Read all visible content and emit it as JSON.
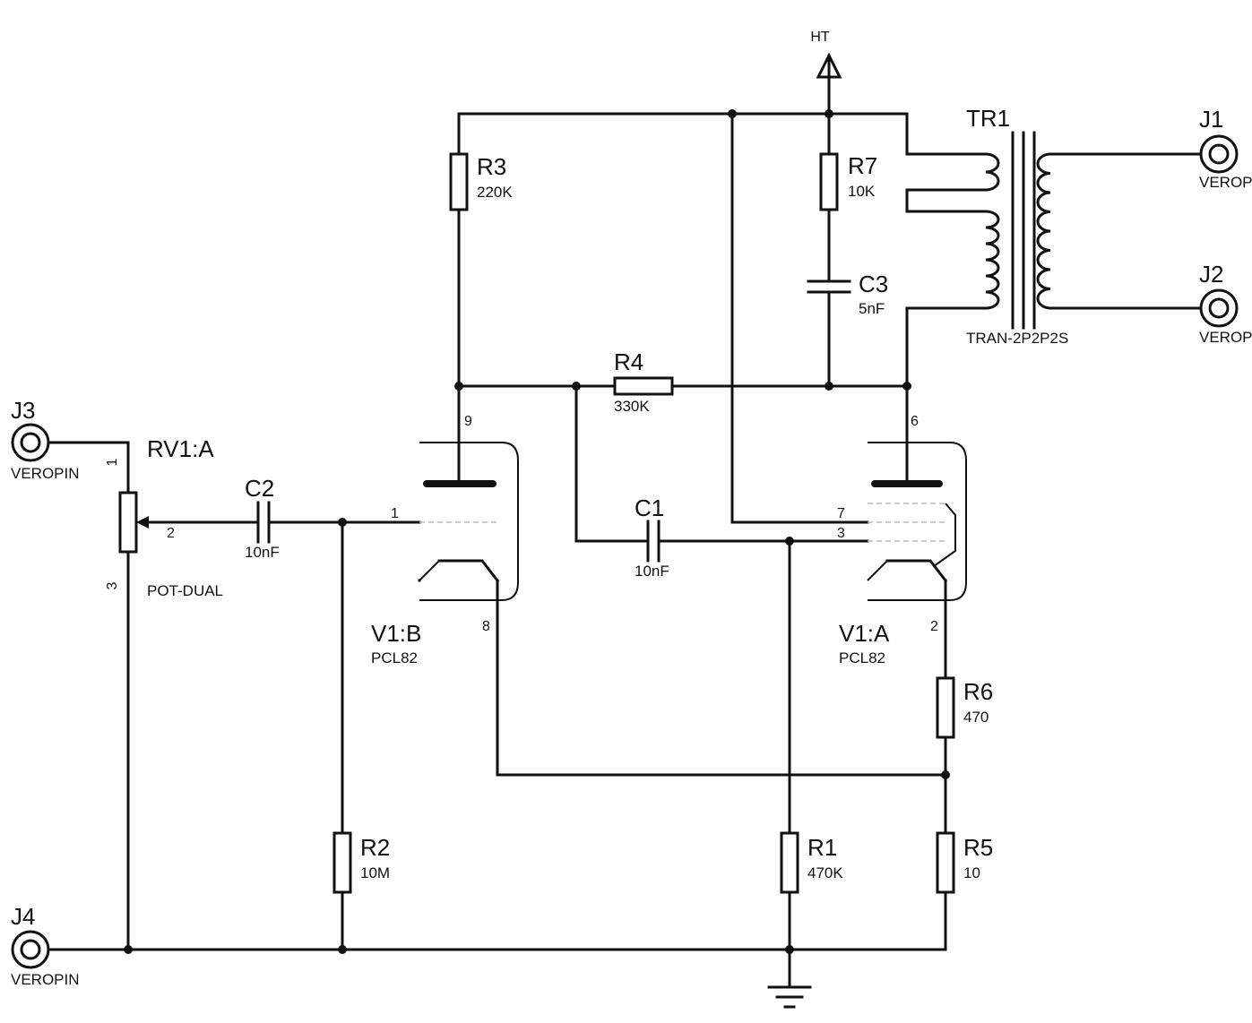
{
  "supply": {
    "label": "HT"
  },
  "components": {
    "R1": {
      "ref": "R1",
      "value": "470K"
    },
    "R2": {
      "ref": "R2",
      "value": "10M"
    },
    "R3": {
      "ref": "R3",
      "value": "220K"
    },
    "R4": {
      "ref": "R4",
      "value": "330K"
    },
    "R5": {
      "ref": "R5",
      "value": "10"
    },
    "R6": {
      "ref": "R6",
      "value": "470"
    },
    "R7": {
      "ref": "R7",
      "value": "10K"
    },
    "C1": {
      "ref": "C1",
      "value": "10nF"
    },
    "C2": {
      "ref": "C2",
      "value": "10nF"
    },
    "C3": {
      "ref": "C3",
      "value": "5nF"
    },
    "TR1": {
      "ref": "TR1",
      "value": "TRAN-2P2P2S"
    },
    "RV1": {
      "ref": "RV1:A",
      "value": "POT-DUAL",
      "pins": [
        "1",
        "2",
        "3"
      ]
    },
    "V1A": {
      "ref": "V1:A",
      "value": "PCL82",
      "pins": [
        "6",
        "7",
        "3",
        "2"
      ]
    },
    "V1B": {
      "ref": "V1:B",
      "value": "PCL82",
      "pins": [
        "9",
        "1",
        "8"
      ]
    },
    "J1": {
      "ref": "J1",
      "value": "VEROPIN"
    },
    "J2": {
      "ref": "J2",
      "value": "VEROPIN"
    },
    "J3": {
      "ref": "J3",
      "value": "VEROPIN"
    },
    "J4": {
      "ref": "J4",
      "value": "VEROPIN"
    }
  }
}
